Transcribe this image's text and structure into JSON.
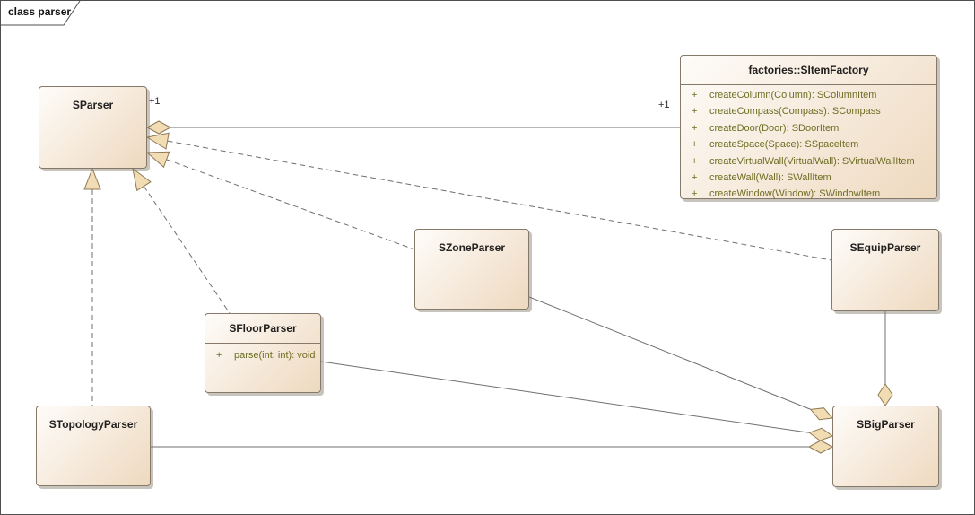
{
  "frame": {
    "label": "class parser"
  },
  "classes": {
    "sparser": {
      "title": "SParser"
    },
    "factory": {
      "title": "factories::SItemFactory",
      "methods": [
        {
          "vis": "+",
          "text": "createColumn(Column): SColumnItem"
        },
        {
          "vis": "+",
          "text": "createCompass(Compass): SCompass"
        },
        {
          "vis": "+",
          "text": "createDoor(Door): SDoorItem"
        },
        {
          "vis": "+",
          "text": "createSpace(Space): SSpaceItem"
        },
        {
          "vis": "+",
          "text": "createVirtualWall(VirtualWall): SVirtualWallItem"
        },
        {
          "vis": "+",
          "text": "createWall(Wall): SWallItem"
        },
        {
          "vis": "+",
          "text": "createWindow(Window): SWindowItem"
        }
      ]
    },
    "zoneparser": {
      "title": "SZoneParser"
    },
    "equipparser": {
      "title": "SEquipParser"
    },
    "floorparser": {
      "title": "SFloorParser",
      "methods": [
        {
          "vis": "+",
          "text": "parse(int, int): void"
        }
      ]
    },
    "topologyparser": {
      "title": "STopologyParser"
    },
    "bigparser": {
      "title": "SBigParser"
    }
  },
  "labels": {
    "mult_sparser_end": "+1",
    "mult_factory_end": "+1"
  },
  "colors": {
    "box_fill_start": "#fefcf9",
    "box_fill_end": "#eed9bf",
    "box_border": "#87796a",
    "line": "#6f6f6f",
    "marker_fill": "#f2dcb3",
    "marker_border": "#8f7a55",
    "method_text": "#6e6e23",
    "title_text": "#21201e",
    "frame_border": "#4f4f4f"
  }
}
